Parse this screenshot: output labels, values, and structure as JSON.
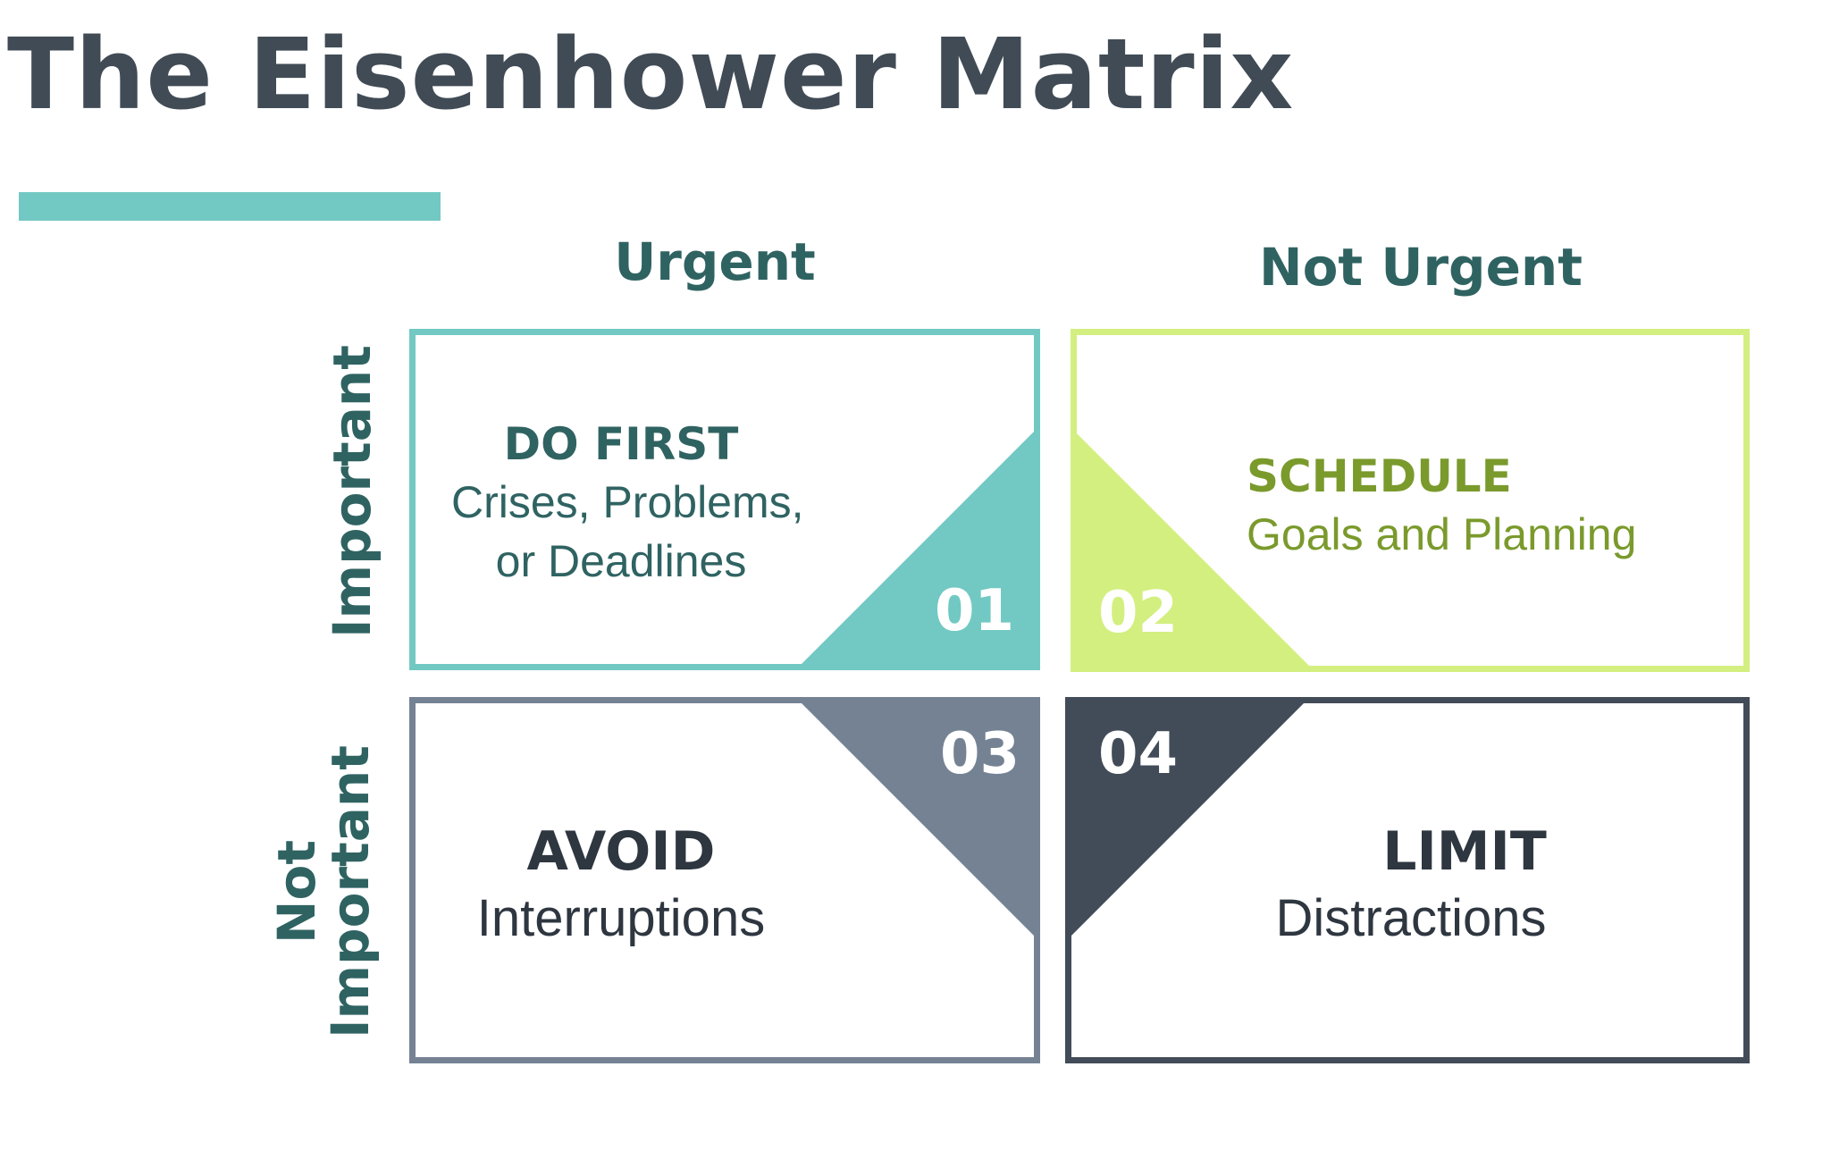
{
  "title": "The Eisenhower Matrix",
  "colors": {
    "title": "#404b55",
    "accent_bar": "#72c9c3",
    "header_text": "#2f6362",
    "q1": "#72c9c3",
    "q2": "#d3ef80",
    "q2_text": "#7a9a2c",
    "q3": "#748294",
    "q4": "#424c58"
  },
  "columns": {
    "urgent": "Urgent",
    "not_urgent": "Not Urgent"
  },
  "rows": {
    "important": "Important",
    "not_important_line1": "Not",
    "not_important_line2": "Important"
  },
  "quadrants": [
    {
      "number": "01",
      "title": "DO FIRST",
      "subtitle_line1": "Crises, Problems,",
      "subtitle_line2": "or Deadlines"
    },
    {
      "number": "02",
      "title": "SCHEDULE",
      "subtitle_line1": "Goals and Planning"
    },
    {
      "number": "03",
      "title": "AVOID",
      "subtitle_line1": "Interruptions"
    },
    {
      "number": "04",
      "title": "LIMIT",
      "subtitle_line1": "Distractions"
    }
  ]
}
